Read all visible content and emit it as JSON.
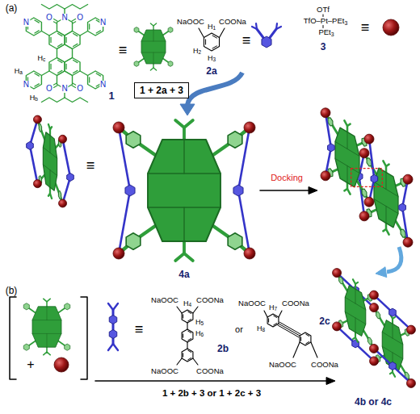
{
  "diagram": {
    "nodes": [
      {
        "text": [
          "1 + 2a + 3"
        ]
      }
    ],
    "labels": [
      "(a)",
      "N",
      "N",
      "O",
      "N",
      "O",
      "Ha",
      "Hb",
      "Hc",
      "N",
      "N",
      "O",
      "N",
      "O",
      "1",
      "≡",
      "NaOOC",
      "H1",
      "COONa",
      "H2",
      "H3",
      "2a",
      "≡",
      "OTf",
      "TfO–Pt–PEt3",
      "PEt3",
      "3",
      "≡",
      "4a",
      "≡",
      "Docking",
      "(b)",
      "+",
      "≡",
      "NaOOC",
      "H4",
      "COONa",
      "H5",
      "H6",
      "NaOOC",
      "COONa",
      "2b",
      "or",
      "NaOOC",
      "H7",
      "COONa",
      "H8",
      "NaOOC",
      "COONa",
      "2c",
      "1 + 2b + 3 or 1 + 2c + 3",
      "4b or 4c"
    ]
  }
}
